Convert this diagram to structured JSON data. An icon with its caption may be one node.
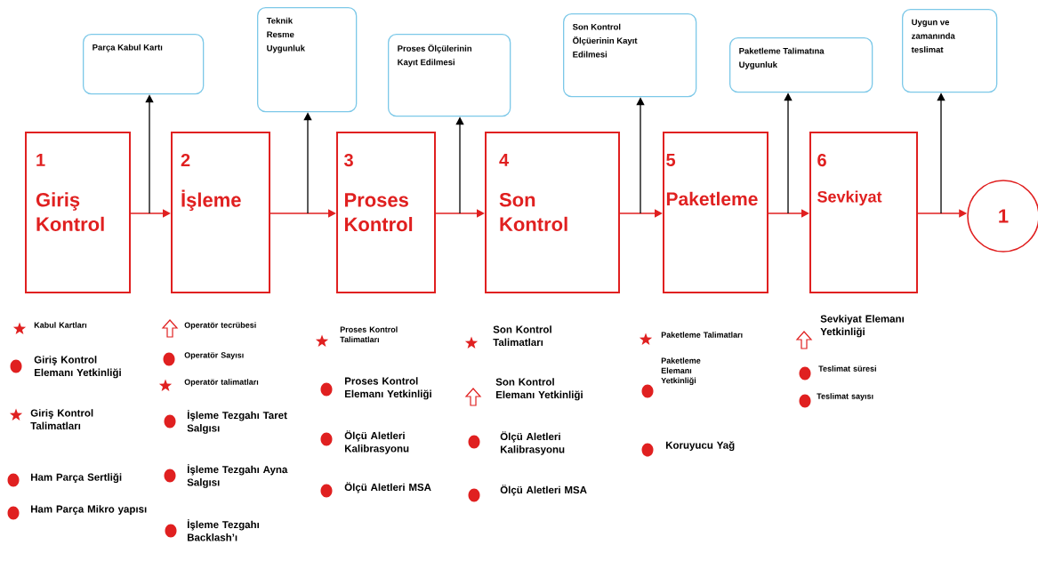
{
  "diagram": {
    "nodes": [
      {
        "text": [
          "1",
          "Giriş Kontrol"
        ]
      },
      {
        "text": [
          "2",
          "İşleme"
        ]
      },
      {
        "text": [
          "3",
          "Proses Kontrol"
        ]
      },
      {
        "text": [
          "4",
          "Son Kontrol"
        ]
      },
      {
        "text": [
          "5",
          "Paketleme"
        ]
      },
      {
        "text": [
          "6",
          "Sevkiyat"
        ]
      },
      {
        "text": [
          "1"
        ]
      },
      {
        "text": [
          "Parça Kabul Kartı"
        ]
      },
      {
        "text": [
          "Teknik Resme Uygunluk"
        ]
      },
      {
        "text": [
          "Proses Ölçülerinin Kayıt Edilmesi"
        ]
      },
      {
        "text": [
          "Son Kontrol Ölçüerinin Kayıt Edilmesi"
        ]
      },
      {
        "text": [
          "Paketleme Talimatına Uygunluk"
        ]
      },
      {
        "text": [
          "Uygun ve zamanında teslimat"
        ]
      }
    ],
    "edges": [
      {
        "from": 0,
        "to": 1,
        "arrow": "to"
      },
      {
        "from": 1,
        "to": 2,
        "arrow": "to"
      },
      {
        "from": 2,
        "to": 3,
        "arrow": "to"
      },
      {
        "from": 3,
        "to": 4,
        "arrow": "to"
      },
      {
        "from": 4,
        "to": 5,
        "arrow": "to"
      },
      {
        "from": 5,
        "to": 6,
        "arrow": "to"
      },
      {
        "from": null,
        "to": 7,
        "arrow": "to",
        "color": "#000000"
      },
      {
        "from": null,
        "to": 8,
        "arrow": "to",
        "color": "#000000"
      },
      {
        "from": null,
        "to": 9,
        "arrow": "to",
        "color": "#000000"
      },
      {
        "from": null,
        "to": 10,
        "arrow": "to",
        "color": "#000000"
      },
      {
        "from": null,
        "to": 11,
        "arrow": "to",
        "color": "#000000"
      },
      {
        "from": null,
        "to": 12,
        "arrow": "to",
        "color": "#000000"
      }
    ],
    "labels": [
      "Kabul Kartları",
      "Giriş Kontrol Elemanı Yetkinliği",
      "Giriş Kontrol Talimatları",
      "Ham Parça Sertliği",
      "Ham Parça Mikro yapısı",
      "Operatör tecrübesi",
      "Operatör Sayısı",
      "Operatör talimatları",
      "İşleme Tezgahı Taret Salgısı",
      "İşleme Tezgahı Ayna Salgısı",
      "İşleme Tezgahı Backlash’ı",
      "Proses Kontrol Talimatları",
      "Proses Kontrol Elemanı Yetkinliği",
      "Ölçü Aletleri Kalibrasyonu",
      "Ölçü Aletleri MSA",
      "Son Kontrol Talimatları",
      "Son Kontrol Elemanı Yetkinliği",
      "Ölçü Aletleri Kalibrasyonu",
      "Ölçü Aletleri MSA",
      "Paketleme Talimatları",
      "Paketleme Elemanı Yetkinliği",
      "Koruyucu Yağ",
      "Sevkiyat Elemanı Yetkinliği",
      "Teslimat süresi",
      "Teslimat sayısı"
    ]
  }
}
